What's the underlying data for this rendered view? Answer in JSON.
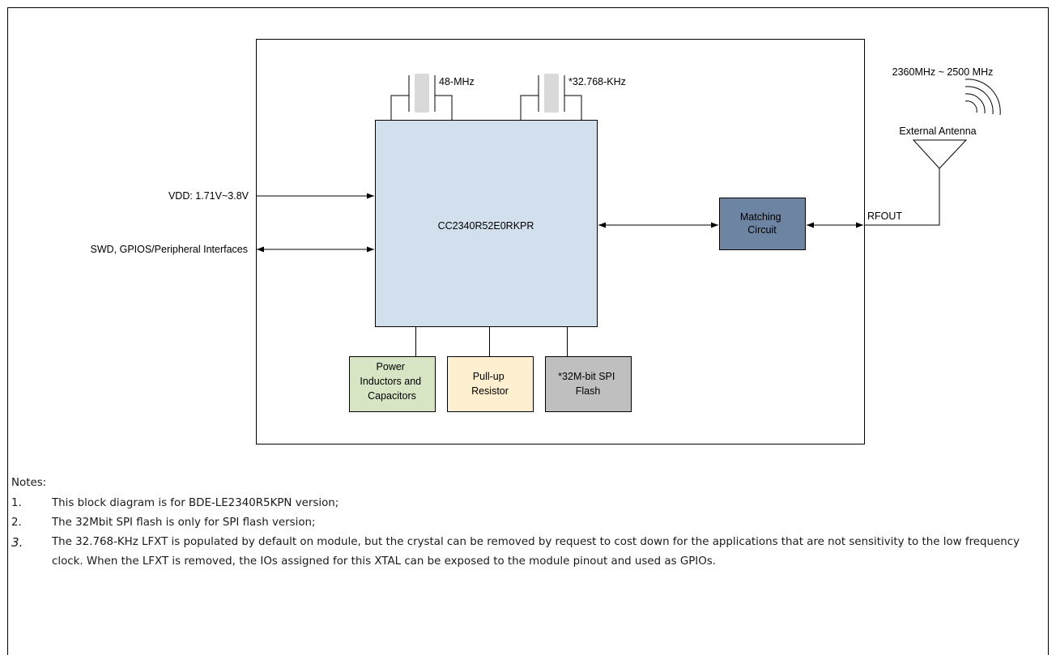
{
  "diagram": {
    "chip_label": "CC2340R52E0RKPR",
    "crystal_hf_label": "48-MHz",
    "crystal_lf_label": "*32.768-KHz",
    "matching_circuit_label": [
      "Matching",
      "Circuit"
    ],
    "antenna_freq_label": "2360MHz ~ 2500 MHz",
    "antenna_label": "External Antenna",
    "rfout_label": "RFOUT",
    "vdd_label": "VDD: 1.71V~3.8V",
    "swd_label": "SWD, GPIOS/Peripheral Interfaces",
    "power_block_label": [
      "Power",
      "Inductors and",
      "Capacitors"
    ],
    "pullup_block_label": [
      "Pull-up",
      "Resistor"
    ],
    "flash_block_label": [
      "*32M-bit SPI",
      "Flash"
    ],
    "colors": {
      "chip_fill": "#d2e0ee",
      "matching_fill": "#6d84a3",
      "power_fill": "#d8e5c4",
      "pullup_fill": "#fdefcf",
      "flash_fill": "#bfbfbf",
      "crystal_fill": "#d9d9d9"
    }
  },
  "notes": {
    "title": "Notes:",
    "items": [
      {
        "num": "1.",
        "text": "This block diagram is for BDE-LE2340R5KPN version;"
      },
      {
        "num": "2.",
        "text": "The 32Mbit SPI flash is only for SPI flash version;"
      },
      {
        "num": "3.",
        "text": "The 32.768-KHz LFXT is populated by default on module, but the crystal can be removed by request to cost down for the applications that are not sensitivity to the low frequency clock. When the LFXT is removed, the IOs assigned for this XTAL can be exposed to the module pinout and used as GPIOs."
      }
    ]
  }
}
